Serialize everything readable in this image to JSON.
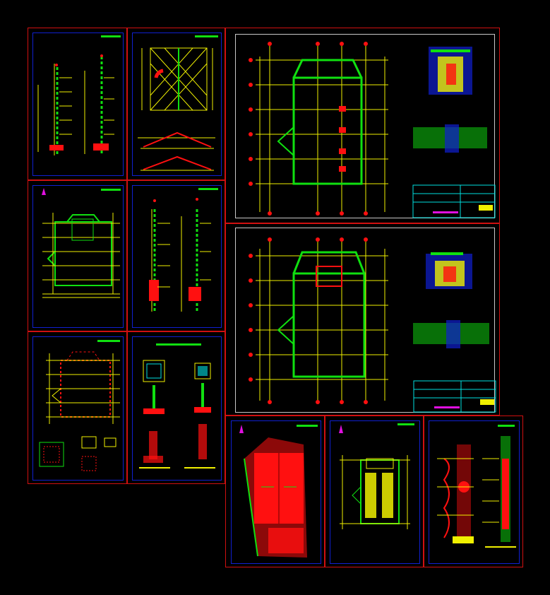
{
  "canvas": {
    "background": "#000000"
  },
  "colors": {
    "sheet_border": "#d01010",
    "frame_blue": "#1020d0",
    "frame_white": "#c8c8c8",
    "cad_green": "#10e010",
    "cad_yellow": "#f0f000",
    "cad_red": "#ff1010",
    "cad_cyan": "#00e0e0",
    "cad_magenta": "#e010e0"
  },
  "sheets": [
    {
      "id": "s1",
      "kind": "elevation-pair"
    },
    {
      "id": "s2",
      "kind": "roof-structure"
    },
    {
      "id": "s3",
      "kind": "plan-small"
    },
    {
      "id": "s4",
      "kind": "elevation-pair"
    },
    {
      "id": "s5",
      "kind": "foundation-plan"
    },
    {
      "id": "s6",
      "kind": "column-details"
    },
    {
      "id": "s7",
      "kind": "plan-large-with-title-block"
    },
    {
      "id": "s8",
      "kind": "plan-large-with-title-block"
    },
    {
      "id": "s9",
      "kind": "site-plan"
    },
    {
      "id": "s10",
      "kind": "furnished-plan"
    },
    {
      "id": "s11",
      "kind": "facade-section"
    }
  ],
  "icons": [
    "north-arrow-icon",
    "grid-bubble-icon",
    "title-block-icon",
    "legend-table-icon"
  ]
}
